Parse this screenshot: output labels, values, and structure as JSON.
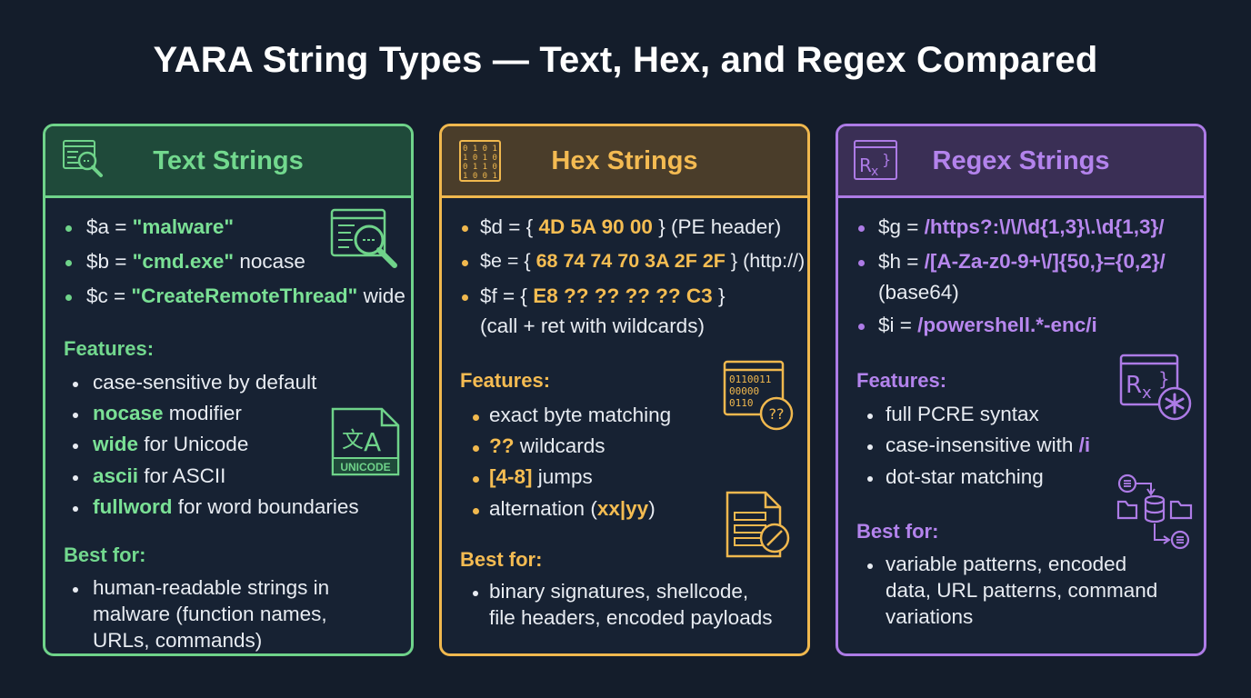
{
  "title": "YARA String Types — Text, Hex, and Regex Compared",
  "colors": {
    "text": "#6fd38a",
    "hex": "#f0b84e",
    "regex": "#ad7be6",
    "background": "#141d2b"
  },
  "text_card": {
    "title": "Text Strings",
    "icon": "search-document-icon",
    "examples": [
      {
        "var": "$a = ",
        "value": "\"malware\"",
        "suffix": ""
      },
      {
        "var": "$b = ",
        "value": "\"cmd.exe\"",
        "suffix": " nocase"
      },
      {
        "var": "$c = ",
        "value": "\"CreateRemoteThread\"",
        "suffix": " wide"
      }
    ],
    "features_label": "Features:",
    "features": [
      {
        "kw": "",
        "rest": "case-sensitive by default"
      },
      {
        "kw": "nocase",
        "rest": " modifier"
      },
      {
        "kw": "wide",
        "rest": " for Unicode"
      },
      {
        "kw": "ascii",
        "rest": " for ASCII"
      },
      {
        "kw": "fullword",
        "rest": " for word boundaries"
      }
    ],
    "unicode_badge": "UNICODE",
    "best_label": "Best for:",
    "best": [
      "human-readable strings in",
      "malware (function names,",
      "URLs, commands)"
    ]
  },
  "hex_card": {
    "title": "Hex Strings",
    "icon": "binary-grid-icon",
    "examples": [
      {
        "var": "$d = { ",
        "value": "4D 5A 90 00",
        "suffix": " } (PE header)"
      },
      {
        "var": "$e = { ",
        "value": "68 74 74 70 3A 2F 2F",
        "suffix": " } (http://)"
      },
      {
        "var": "$f = { ",
        "value": "E8 ?? ?? ?? ?? C3",
        "suffix": " }"
      }
    ],
    "example_note": "(call + ret with wildcards)",
    "features_label": "Features:",
    "features": [
      {
        "kw": "",
        "rest": "exact byte matching",
        "tail": ""
      },
      {
        "kw": "??",
        "rest": " wildcards",
        "tail": ""
      },
      {
        "kw": "[4-8]",
        "rest": " jumps",
        "tail": ""
      },
      {
        "kw": "xx|yy",
        "pre": "alternation (",
        "tail": ")"
      }
    ],
    "best_label": "Best for:",
    "best": [
      "binary signatures, shellcode,",
      "file headers, encoded payloads"
    ],
    "wildcard_badge": "??"
  },
  "regex_card": {
    "title": "Regex Strings",
    "icon": "regex-window-icon",
    "examples": [
      {
        "var": "$g = ",
        "value": "/https?:\\/\\/\\d{1,3}\\.\\d{1,3}/"
      },
      {
        "var": "$h = ",
        "value": "/[A-Za-z0-9+\\/]{50,}={0,2}/"
      },
      {
        "var": "$i = ",
        "value": "/powershell.*-enc/i"
      }
    ],
    "h_note": "(base64)",
    "features_label": "Features:",
    "features": [
      {
        "kw": "",
        "rest": "full PCRE syntax"
      },
      {
        "pre": "case-insensitive with ",
        "kw": "/i"
      },
      {
        "kw": "",
        "rest": "dot-star matching"
      }
    ],
    "best_label": "Best for:",
    "best": [
      "variable patterns, encoded",
      "data, URL patterns, command",
      "variations"
    ]
  }
}
